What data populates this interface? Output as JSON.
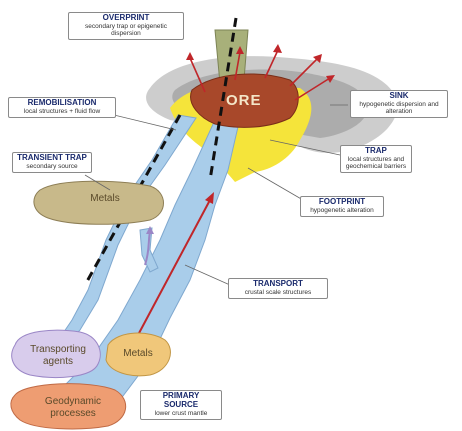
{
  "labels": {
    "overprint": {
      "title": "OVERPRINT",
      "sub": "secondary trap or epigenetic dispersion"
    },
    "sink": {
      "title": "SINK",
      "sub": "hypogenetic dispersion and alteration"
    },
    "remobilisation": {
      "title": "REMOBILISATION",
      "sub": "local structures + fluid flow"
    },
    "transient_trap": {
      "title": "TRANSIENT TRAP",
      "sub": "secondary source"
    },
    "trap": {
      "title": "TRAP",
      "sub": "local structures and geochemical barriers"
    },
    "footprint": {
      "title": "FOOTPRINT",
      "sub": "hypogenetic alteration"
    },
    "transport": {
      "title": "TRANSPORT",
      "sub": "crustal scale structures"
    },
    "primary_source": {
      "title": "PRIMARY SOURCE",
      "sub": "lower crust mantle"
    }
  },
  "blobs": {
    "ore": "ORE",
    "metals_upper": "Metals",
    "transporting_agents": "Transporting agents",
    "metals_lower": "Metals",
    "geodynamic_processes": "Geodynamic processes"
  },
  "colors": {
    "conduit": "#a9cdea",
    "conduit_edge": "#7fa8cf",
    "footprint": "#f5e43a",
    "ore": "#a8482a",
    "sink": "#b8b8b8",
    "overprint": "#a8b07a",
    "arrow": "#c0262a",
    "label_title": "#1a2a6c"
  }
}
